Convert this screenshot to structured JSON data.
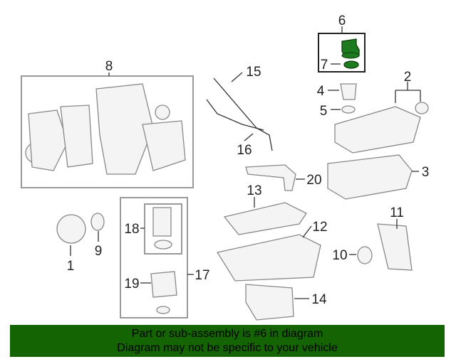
{
  "diagram": {
    "callouts": [
      "1",
      "2",
      "3",
      "4",
      "5",
      "6",
      "7",
      "8",
      "9",
      "10",
      "11",
      "12",
      "13",
      "14",
      "15",
      "16",
      "17",
      "18",
      "19",
      "20"
    ],
    "highlight_color": "#1e7a1e"
  },
  "banner": {
    "line1": "Part or sub-assembly is #6 in diagram",
    "line2": "Diagram may not be specific to your vehicle",
    "color": "#146404"
  }
}
